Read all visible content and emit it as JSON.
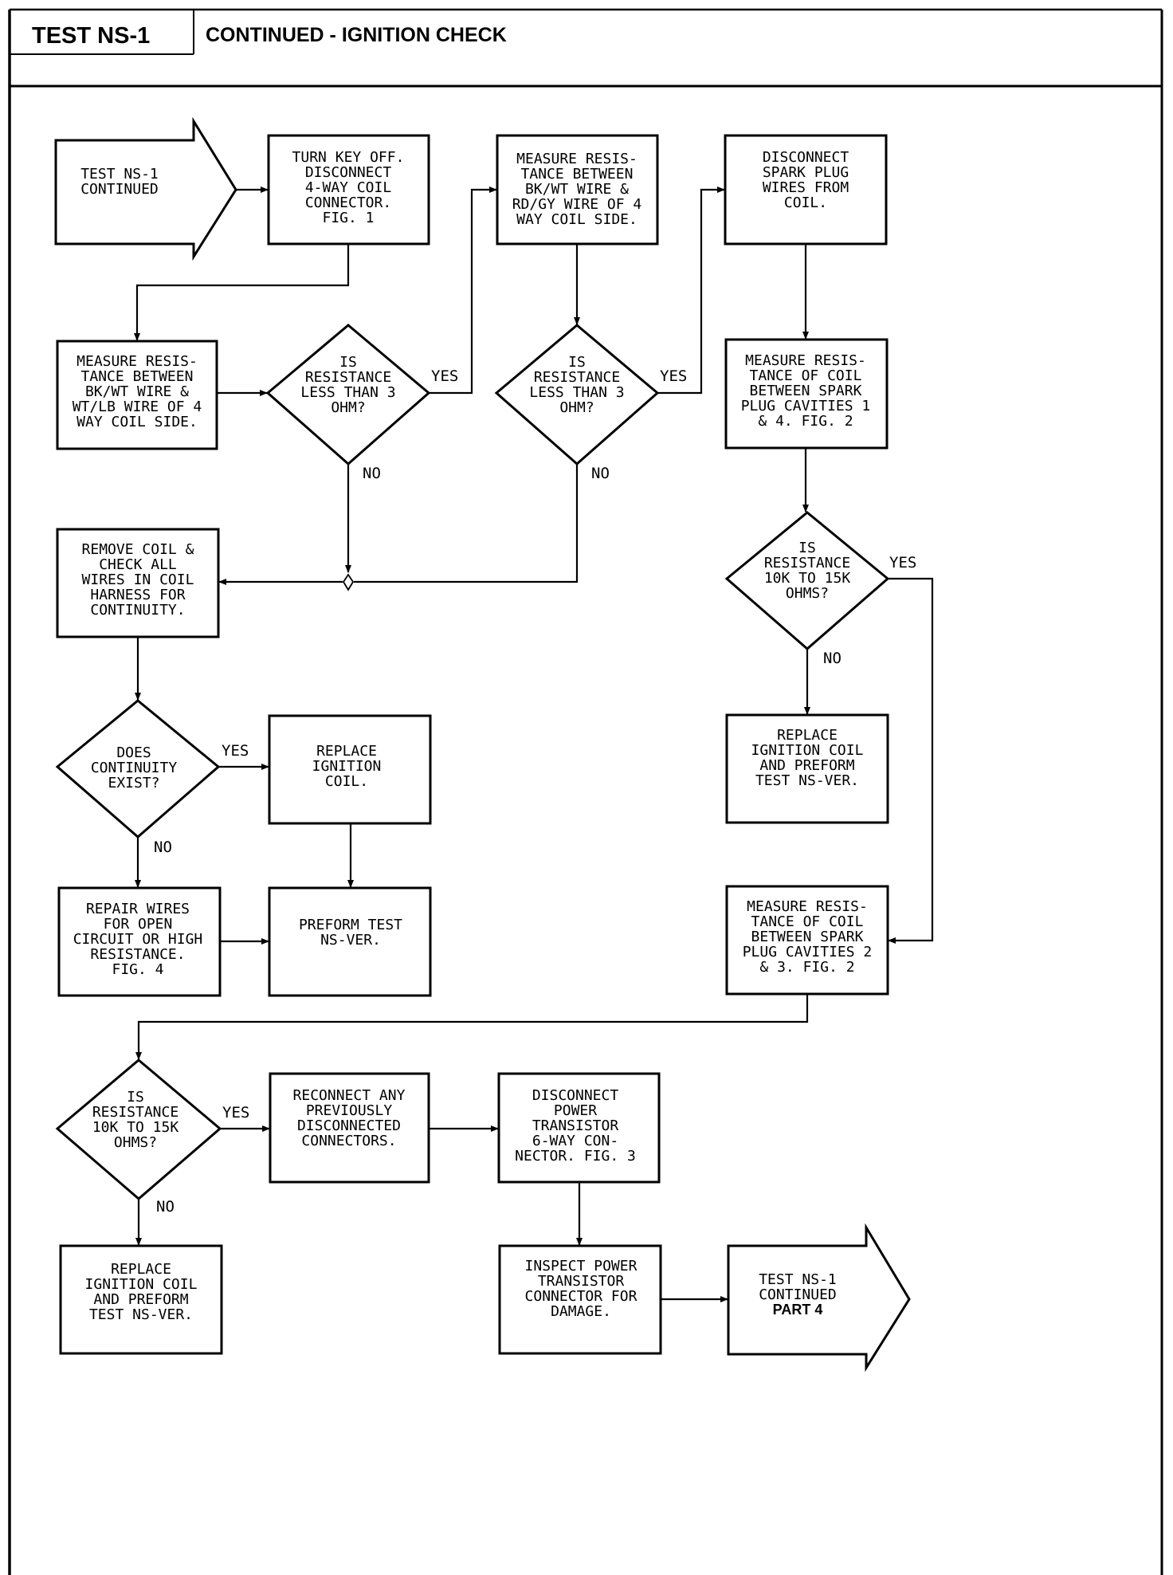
{
  "header": {
    "test_id": "TEST NS-1",
    "title": "CONTINUED - IGNITION CHECK"
  },
  "nodes": {
    "start": [
      "TEST NS-1",
      "CONTINUED"
    ],
    "turn_key_off": [
      "TURN KEY OFF.",
      "DISCONNECT",
      "4-WAY COIL",
      "CONNECTOR.",
      "FIG. 1"
    ],
    "measure_bkwt_rdgy": [
      "MEASURE RESIS-",
      "TANCE BETWEEN",
      "BK/WT WIRE &",
      "RD/GY WIRE OF 4",
      "WAY COIL SIDE."
    ],
    "disconnect_plug_wires": [
      "DISCONNECT",
      "SPARK PLUG",
      "WIRES FROM",
      "COIL."
    ],
    "measure_bkwt_wtlb": [
      "MEASURE RESIS-",
      "TANCE BETWEEN",
      "BK/WT WIRE &",
      "WT/LB WIRE OF 4",
      "WAY COIL SIDE."
    ],
    "is_res_lt3_a": [
      "IS",
      "RESISTANCE",
      "LESS THAN 3",
      "OHM?"
    ],
    "is_res_lt3_b": [
      "IS",
      "RESISTANCE",
      "LESS THAN 3",
      "OHM?"
    ],
    "measure_cav_1_4": [
      "MEASURE RESIS-",
      "TANCE OF COIL",
      "BETWEEN SPARK",
      "PLUG CAVITIES 1",
      "& 4. FIG. 2"
    ],
    "remove_coil": [
      "REMOVE COIL &",
      "CHECK ALL",
      "WIRES IN COIL",
      "HARNESS FOR",
      "CONTINUITY."
    ],
    "is_res_10k_a": [
      "IS",
      "RESISTANCE",
      "10K TO 15K",
      "OHMS?"
    ],
    "does_continuity": [
      "DOES",
      "CONTINUITY",
      "EXIST?"
    ],
    "replace_coil_a": [
      "REPLACE",
      "IGNITION",
      "COIL."
    ],
    "replace_coil_preform_a": [
      "REPLACE",
      "IGNITION COIL",
      "AND PREFORM",
      "TEST NS-VER."
    ],
    "repair_wires": [
      "REPAIR WIRES",
      "FOR OPEN",
      "CIRCUIT OR HIGH",
      "RESISTANCE.",
      "FIG. 4"
    ],
    "preform_test": [
      "PREFORM TEST",
      "NS-VER."
    ],
    "measure_cav_2_3": [
      "MEASURE RESIS-",
      "TANCE OF COIL",
      "BETWEEN SPARK",
      "PLUG CAVITIES 2",
      "& 3. FIG. 2"
    ],
    "is_res_10k_b": [
      "IS",
      "RESISTANCE",
      "10K TO 15K",
      "OHMS?"
    ],
    "reconnect": [
      "RECONNECT ANY",
      "PREVIOUSLY",
      "DISCONNECTED",
      "CONNECTORS."
    ],
    "disconnect_transistor": [
      "DISCONNECT",
      "POWER",
      "TRANSISTOR",
      "6-WAY CON-",
      "NECTOR. FIG. 3"
    ],
    "replace_coil_preform_b": [
      "REPLACE",
      "IGNITION COIL",
      "AND PREFORM",
      "TEST NS-VER."
    ],
    "inspect_transistor": [
      "INSPECT POWER",
      "TRANSISTOR",
      "CONNECTOR FOR",
      "DAMAGE."
    ],
    "end": [
      "TEST NS-1",
      "CONTINUED",
      "PART 4"
    ]
  },
  "labels": {
    "yes": "YES",
    "no": "NO"
  }
}
